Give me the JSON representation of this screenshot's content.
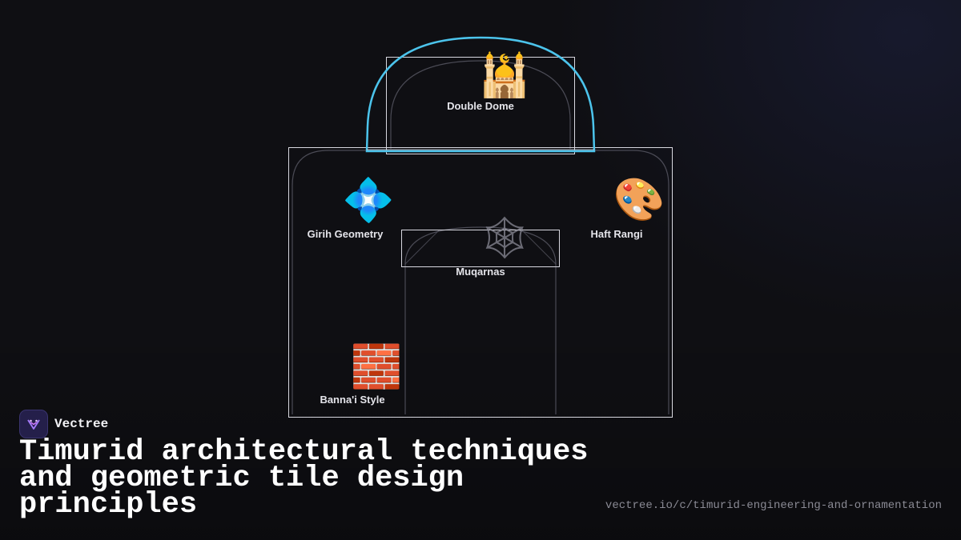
{
  "brand": {
    "name": "Vectree",
    "logo_icon": "vectree-logo-icon"
  },
  "title": "Timurid architectural techniques and geometric tile design principles",
  "url": "vectree.io/c/timurid-engineering-and-ornamentation",
  "colors": {
    "dome_accent": "#4cc4ec",
    "outline": "#d8d8e0",
    "background": "#0f0f13"
  },
  "nodes": [
    {
      "id": "double-dome",
      "label": "Double Dome",
      "icon": "mosque-icon",
      "glyph": "🕌"
    },
    {
      "id": "girih-geometry",
      "label": "Girih Geometry",
      "icon": "diamond-with-dot-icon",
      "glyph": "💠"
    },
    {
      "id": "haft-rangi",
      "label": "Haft Rangi",
      "icon": "artist-palette-icon",
      "glyph": "🎨"
    },
    {
      "id": "muqarnas",
      "label": "Muqarnas",
      "icon": "spider-web-icon",
      "glyph": "🕸"
    },
    {
      "id": "bannai-style",
      "label": "Banna'i Style",
      "icon": "brick-icon",
      "glyph": "🧱"
    }
  ]
}
